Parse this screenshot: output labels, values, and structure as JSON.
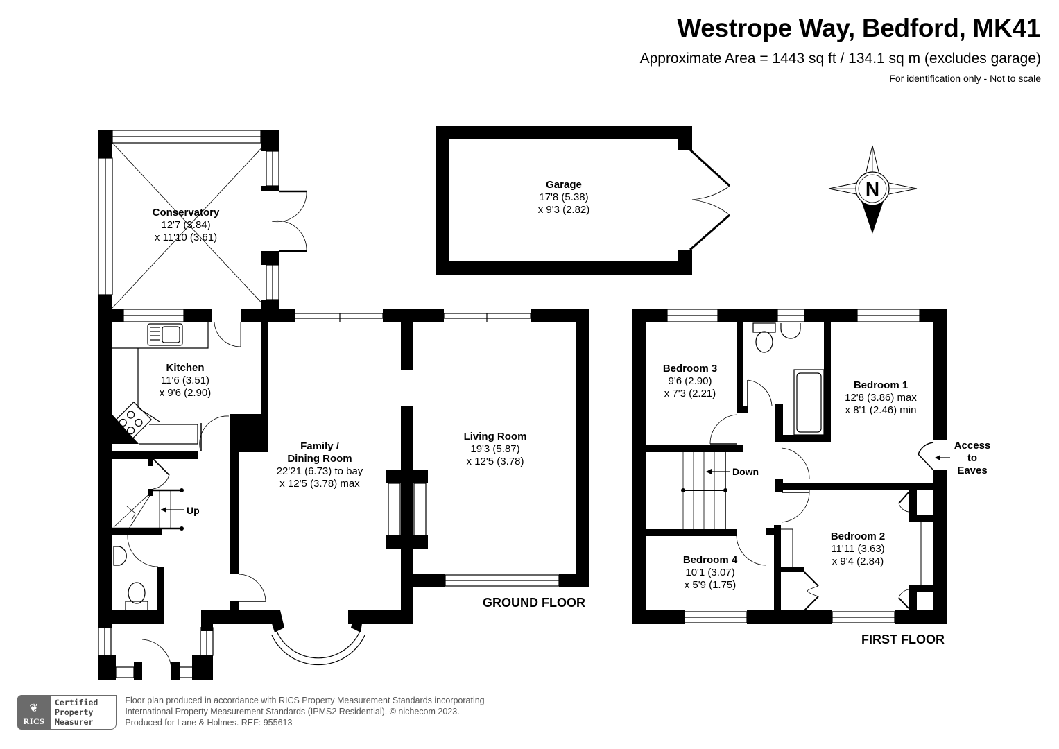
{
  "header": {
    "title": "Westrope Way, Bedford, MK41",
    "area": "Approximate Area = 1443 sq ft / 134.1 sq m (excludes garage)",
    "note": "For identification only - Not to scale"
  },
  "compass": {
    "label": "N"
  },
  "ground_floor": {
    "label": "GROUND FLOOR",
    "stairs_label": "Up",
    "rooms": [
      {
        "name": "Conservatory",
        "dim1": "12'7 (3.84)",
        "dim2": "x 11'10 (3.61)"
      },
      {
        "name": "Kitchen",
        "dim1": "11'6 (3.51)",
        "dim2": "x 9'6 (2.90)"
      },
      {
        "name": "Family /",
        "name2": "Dining Room",
        "dim1": "22'21 (6.73) to bay",
        "dim2": "x 12'5 (3.78) max"
      },
      {
        "name": "Living Room",
        "dim1": "19'3 (5.87)",
        "dim2": "x 12'5 (3.78)"
      }
    ]
  },
  "garage": {
    "name": "Garage",
    "dim1": "17'8 (5.38)",
    "dim2": "x 9'3 (2.82)"
  },
  "first_floor": {
    "label": "FIRST FLOOR",
    "stairs_label": "Down",
    "eaves_label": [
      "Access",
      "to",
      "Eaves"
    ],
    "rooms": [
      {
        "name": "Bedroom 3",
        "dim1": "9'6 (2.90)",
        "dim2": "x 7'3 (2.21)"
      },
      {
        "name": "Bedroom 1",
        "dim1": "12'8 (3.86) max",
        "dim2": "x 8'1 (2.46) min"
      },
      {
        "name": "Bedroom 4",
        "dim1": "10'1 (3.07)",
        "dim2": "x 5'9 (1.75)"
      },
      {
        "name": "Bedroom 2",
        "dim1": "11'11 (3.63)",
        "dim2": "x 9'4 (2.84)"
      }
    ]
  },
  "footer": {
    "rics_logo_text": "RICS",
    "cert_lines": [
      "Certified",
      "Property",
      "Measurer"
    ],
    "lines": [
      "Floor plan produced in accordance with RICS Property Measurement Standards incorporating",
      "International Property Measurement Standards (IPMS2 Residential).   © nichecom 2023.",
      "Produced for Lane & Holmes.   REF:  955613"
    ]
  }
}
